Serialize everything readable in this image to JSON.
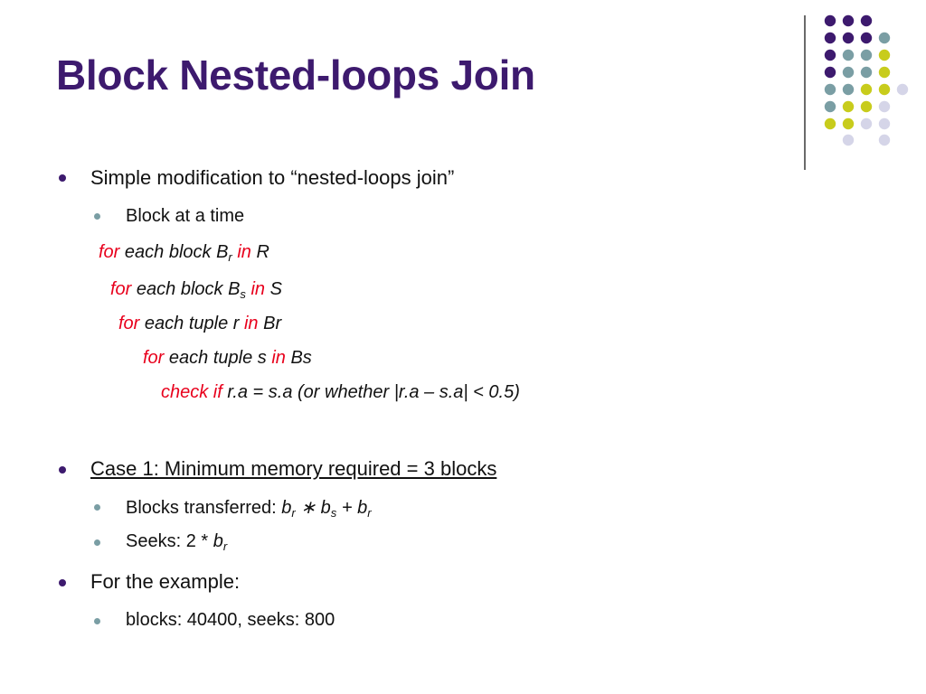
{
  "slide": {
    "title": "Block Nested-loops Join",
    "colors": {
      "title": "#3d1a6e",
      "keyword": "#e8001c",
      "dot_purple": "#3d1a6e",
      "dot_teal": "#7a9ea4",
      "dot_yellow": "#c8cc1c",
      "dot_lavender": "#d5d5e8"
    }
  },
  "bullets": {
    "b1": "Simple modification to “nested-loops join”",
    "b1_sub1": "Block at a time",
    "b2": "Case 1: Minimum memory required = 3 blocks",
    "b2_sub1_text": "Blocks transferred: ",
    "b2_sub1_br": "b",
    "b2_sub1_br_sub": "r",
    "b2_sub1_op1": " ∗ ",
    "b2_sub1_bs": "b",
    "b2_sub1_bs_sub": "s",
    "b2_sub1_op2": " + ",
    "b2_sub1_br2": "b",
    "b2_sub1_br2_sub": "r",
    "b2_sub2_text": "Seeks: 2 * ",
    "b2_sub2_b": "b",
    "b2_sub2_sub": "r",
    "b3": "For the example:",
    "b3_sub1": "blocks: 40400, seeks: 800"
  },
  "code": {
    "line1": {
      "kw": "for",
      "text1": " each block B",
      "sub": "r",
      "kw2": " in",
      "text2": " R"
    },
    "line2": {
      "kw": "for",
      "text1": " each block B",
      "sub": "s",
      "kw2": " in",
      "text2": " S"
    },
    "line3": {
      "kw": "for",
      "text1": " each tuple r",
      "kw2": " in",
      "text2": " Br"
    },
    "line4": {
      "kw": "for",
      "text1": " each tuple s",
      "kw2": " in",
      "text2": " Bs"
    },
    "line5": {
      "kw": "check if",
      "text1": " r.a = s.a (or whether |r.a – s.a| < 0.5)"
    }
  }
}
